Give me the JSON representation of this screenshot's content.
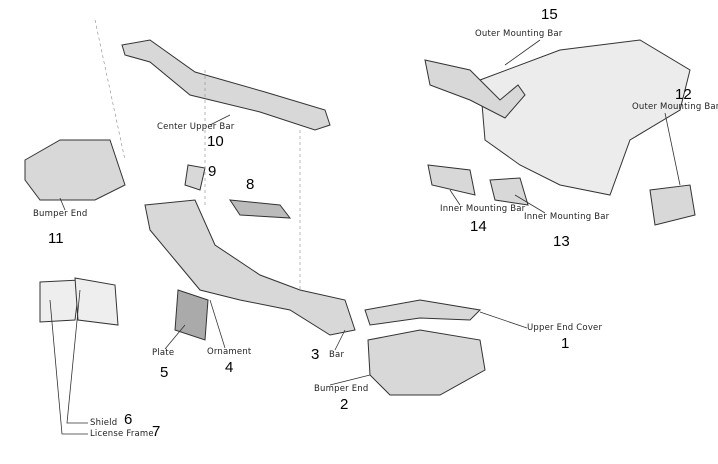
{
  "parts": [
    {
      "number": "1",
      "name": "Upper End Cover"
    },
    {
      "number": "2",
      "name": "Bumper End"
    },
    {
      "number": "3",
      "name": "Bar"
    },
    {
      "number": "4",
      "name": "Ornament"
    },
    {
      "number": "5",
      "name": "Plate"
    },
    {
      "number": "6",
      "name": "Shield"
    },
    {
      "number": "7",
      "name": "License Frame"
    },
    {
      "number": "8",
      "name": ""
    },
    {
      "number": "9",
      "name": ""
    },
    {
      "number": "10",
      "name": "Center Upper Bar"
    },
    {
      "number": "11",
      "name": "Bumper End"
    },
    {
      "number": "12",
      "name": "Outer Mounting Bar"
    },
    {
      "number": "13",
      "name": "Inner Mounting Bar"
    },
    {
      "number": "14",
      "name": "Inner Mounting Bar"
    },
    {
      "number": "15",
      "name": "Outer Mounting Bar"
    }
  ]
}
